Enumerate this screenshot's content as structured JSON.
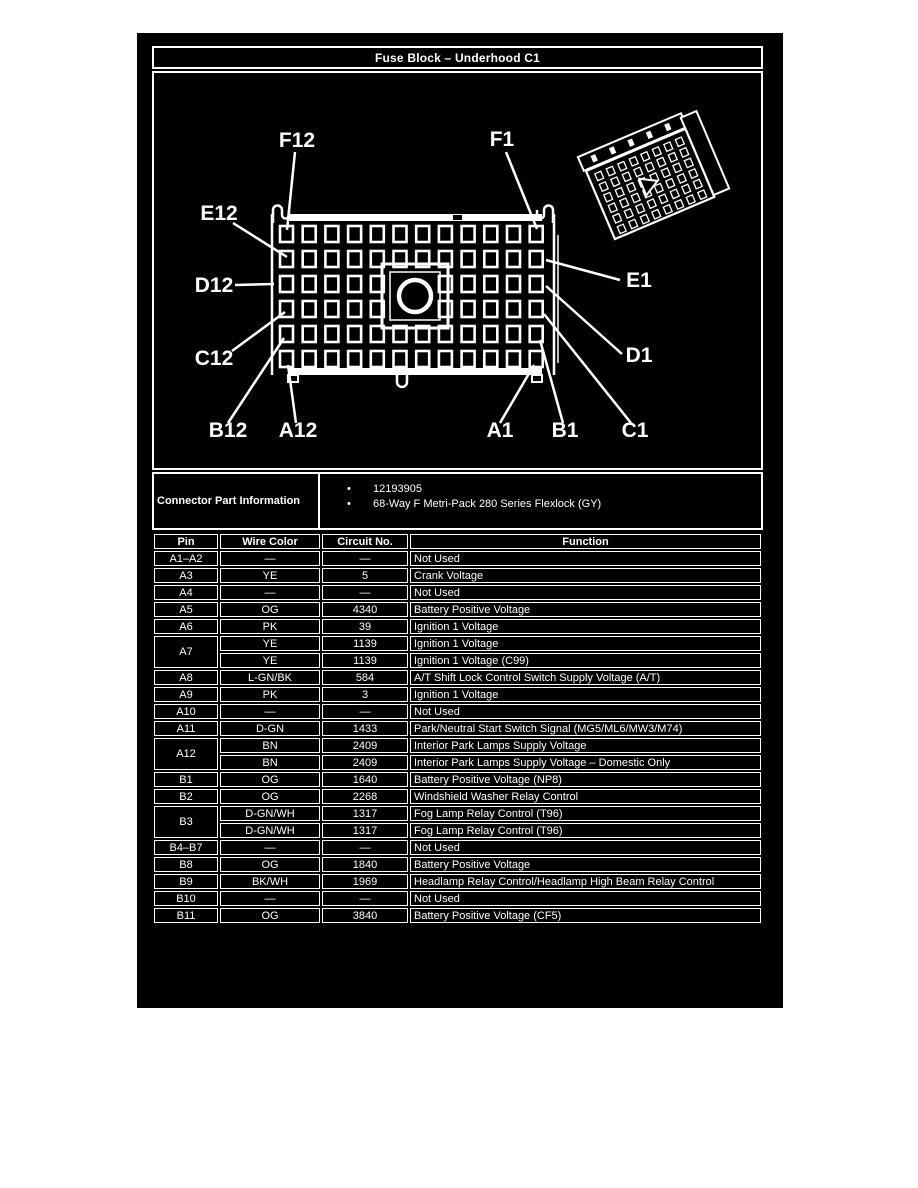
{
  "colors": {
    "figure_background": "#000000",
    "figure_foreground": "#ffffff",
    "page_background": "#ffffff"
  },
  "title": "Fuse Block – Underhood C1",
  "diagram": {
    "labels": {
      "f12": "F12",
      "f1": "F1",
      "e12": "E12",
      "d12": "D12",
      "c12": "C12",
      "b12": "B12",
      "a12": "A12",
      "a1": "A1",
      "b1": "B1",
      "c1": "C1",
      "d1": "D1",
      "e1": "E1"
    }
  },
  "connector_part_information": {
    "label": "Connector Part Information",
    "bullet": "•",
    "items": [
      "12193905",
      "68-Way F Metri-Pack 280 Series Flexlock (GY)"
    ]
  },
  "pin_table": {
    "headers": {
      "pin": "Pin",
      "wire": "Wire Color",
      "circuit": "Circuit No.",
      "function": "Function"
    },
    "rows": [
      {
        "pin": "A1–A2",
        "wire": "—",
        "circuit": "—",
        "function": "Not Used"
      },
      {
        "pin": "A3",
        "wire": "YE",
        "circuit": "5",
        "function": "Crank Voltage"
      },
      {
        "pin": "A4",
        "wire": "—",
        "circuit": "—",
        "function": "Not Used"
      },
      {
        "pin": "A5",
        "wire": "OG",
        "circuit": "4340",
        "function": "Battery Positive Voltage"
      },
      {
        "pin": "A6",
        "wire": "PK",
        "circuit": "39",
        "function": "Ignition 1 Voltage"
      },
      {
        "pin": "A7",
        "wire": "YE",
        "circuit": "1139",
        "function": "Ignition 1 Voltage"
      },
      {
        "pin": "",
        "wire": "YE",
        "circuit": "1139",
        "function": "Ignition 1 Voltage (C99)"
      },
      {
        "pin": "A8",
        "wire": "L-GN/BK",
        "circuit": "584",
        "function": "A/T Shift Lock Control Switch Supply Voltage (A/T)"
      },
      {
        "pin": "A9",
        "wire": "PK",
        "circuit": "3",
        "function": "Ignition 1 Voltage"
      },
      {
        "pin": "A10",
        "wire": "—",
        "circuit": "—",
        "function": "Not Used"
      },
      {
        "pin": "A11",
        "wire": "D-GN",
        "circuit": "1433",
        "function": "Park/Neutral Start Switch Signal (MG5/ML6/MW3/M74)"
      },
      {
        "pin": "A12",
        "wire": "BN",
        "circuit": "2409",
        "function": "Interior Park Lamps Supply Voltage"
      },
      {
        "pin": "",
        "wire": "BN",
        "circuit": "2409",
        "function": "Interior Park Lamps Supply Voltage – Domestic Only"
      },
      {
        "pin": "B1",
        "wire": "OG",
        "circuit": "1640",
        "function": "Battery Positive Voltage (NP8)"
      },
      {
        "pin": "B2",
        "wire": "OG",
        "circuit": "2268",
        "function": "Windshield Washer Relay Control"
      },
      {
        "pin": "B3",
        "wire": "D-GN/WH",
        "circuit": "1317",
        "function": "Fog Lamp Relay Control (T96)"
      },
      {
        "pin": "",
        "wire": "D-GN/WH",
        "circuit": "1317",
        "function": "Fog Lamp Relay Control (T96)"
      },
      {
        "pin": "B4–B7",
        "wire": "—",
        "circuit": "—",
        "function": "Not Used"
      },
      {
        "pin": "B8",
        "wire": "OG",
        "circuit": "1840",
        "function": "Battery Positive Voltage"
      },
      {
        "pin": "B9",
        "wire": "BK/WH",
        "circuit": "1969",
        "function": "Headlamp Relay Control/Headlamp High Beam Relay Control"
      },
      {
        "pin": "B10",
        "wire": "—",
        "circuit": "—",
        "function": "Not Used"
      },
      {
        "pin": "B11",
        "wire": "OG",
        "circuit": "3840",
        "function": "Battery Positive Voltage (CF5)"
      }
    ]
  }
}
